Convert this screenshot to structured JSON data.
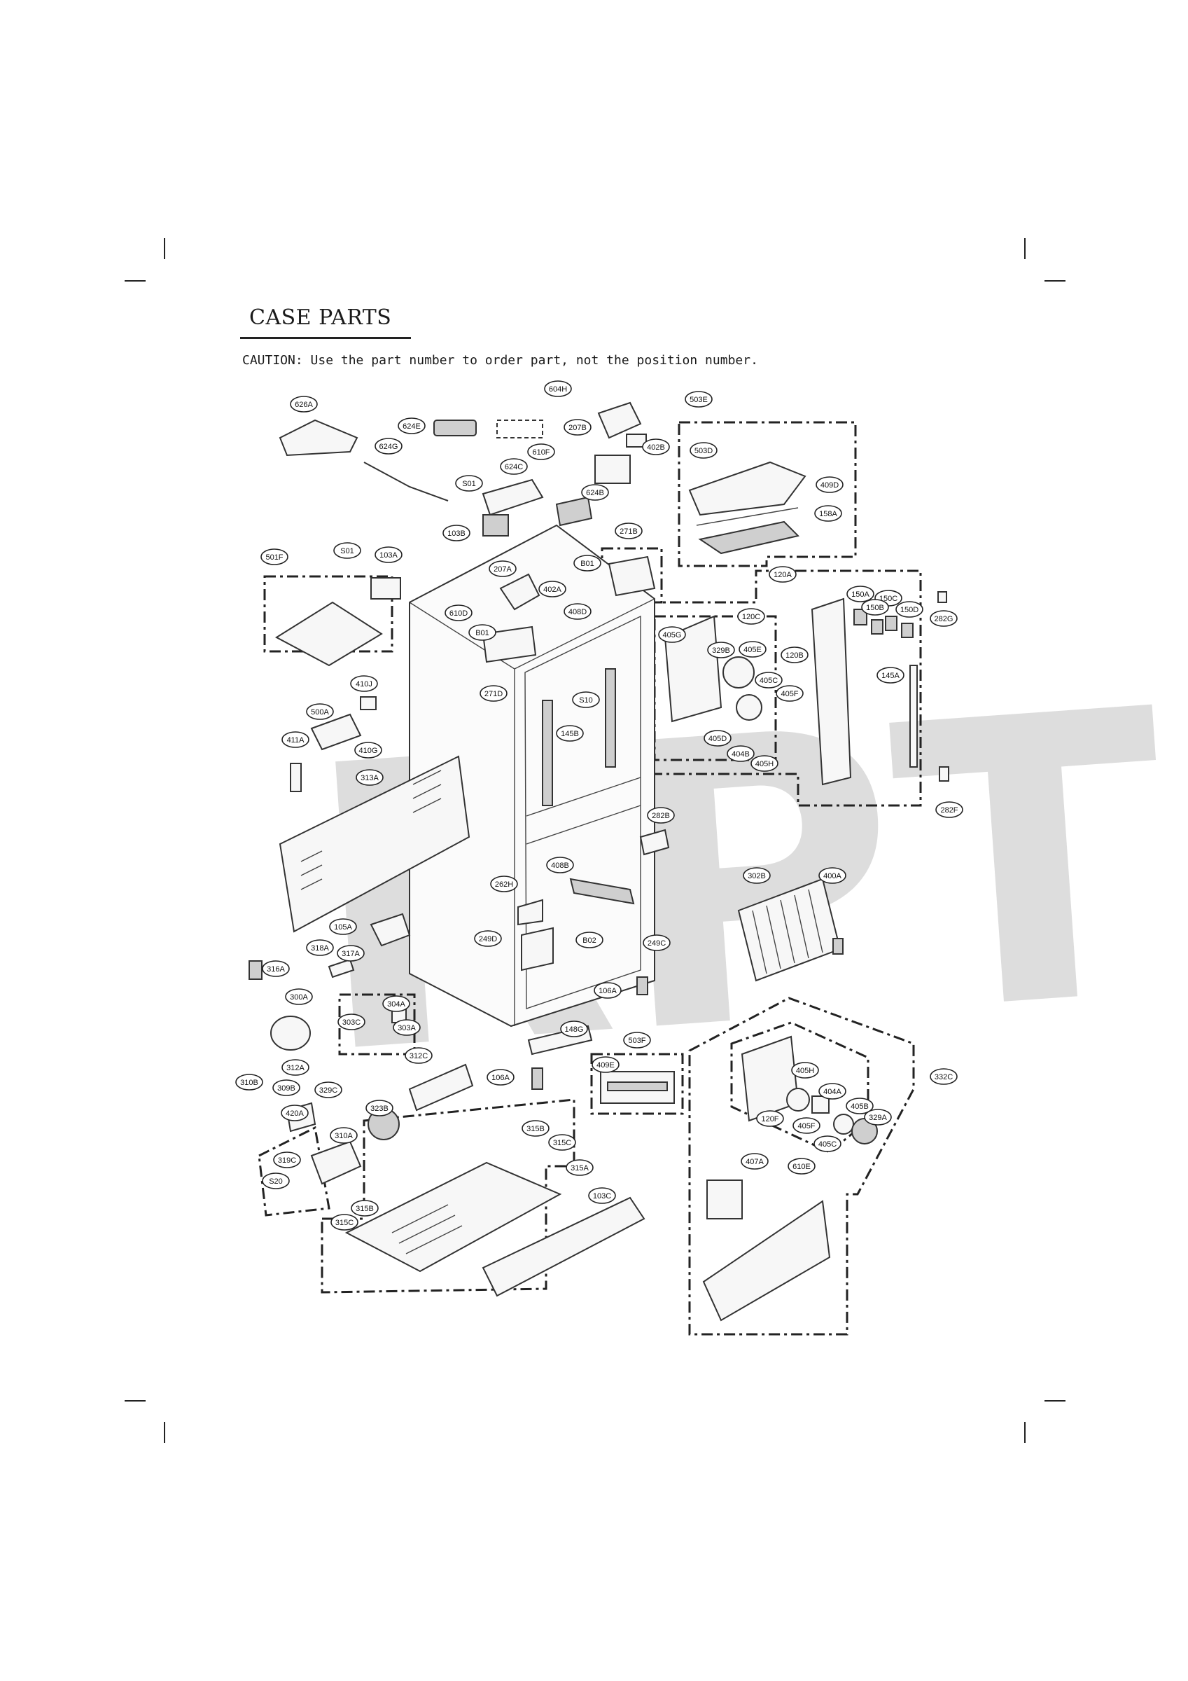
{
  "page": {
    "title": "CASE PARTS",
    "caution": "CAUTION: Use the part number to order part, not the position number."
  },
  "watermark": "RPT",
  "callouts": [
    {
      "id": "c1",
      "label": "626A"
    },
    {
      "id": "c2",
      "label": "624E"
    },
    {
      "id": "c3",
      "label": "624G"
    },
    {
      "id": "c4",
      "label": "604H"
    },
    {
      "id": "c5",
      "label": "610F"
    },
    {
      "id": "c6",
      "label": "207B"
    },
    {
      "id": "c7",
      "label": "402B"
    },
    {
      "id": "c8",
      "label": "503E"
    },
    {
      "id": "c9",
      "label": "503D"
    },
    {
      "id": "c10",
      "label": "409D"
    },
    {
      "id": "c11",
      "label": "158A"
    },
    {
      "id": "c12",
      "label": "S01"
    },
    {
      "id": "c13",
      "label": "624C"
    },
    {
      "id": "c14",
      "label": "624B"
    },
    {
      "id": "c15",
      "label": "103B"
    },
    {
      "id": "c16",
      "label": "271B"
    },
    {
      "id": "c17",
      "label": "B01"
    },
    {
      "id": "c18",
      "label": "501F"
    },
    {
      "id": "c19",
      "label": "S01"
    },
    {
      "id": "c20",
      "label": "103A"
    },
    {
      "id": "c21",
      "label": "207A"
    },
    {
      "id": "c22",
      "label": "402A"
    },
    {
      "id": "c23",
      "label": "120A"
    },
    {
      "id": "c24",
      "label": "150A"
    },
    {
      "id": "c25",
      "label": "150C"
    },
    {
      "id": "c26",
      "label": "150B"
    },
    {
      "id": "c27",
      "label": "150D"
    },
    {
      "id": "c28",
      "label": "282G"
    },
    {
      "id": "c29",
      "label": "610D"
    },
    {
      "id": "c30",
      "label": "B01"
    },
    {
      "id": "c31",
      "label": "408D"
    },
    {
      "id": "c32",
      "label": "120C"
    },
    {
      "id": "c33",
      "label": "405G"
    },
    {
      "id": "c34",
      "label": "329B"
    },
    {
      "id": "c35",
      "label": "405E"
    },
    {
      "id": "c36",
      "label": "120B"
    },
    {
      "id": "c37",
      "label": "271D"
    },
    {
      "id": "c38",
      "label": "410J"
    },
    {
      "id": "c39",
      "label": "S10"
    },
    {
      "id": "c40",
      "label": "405C"
    },
    {
      "id": "c41",
      "label": "405F"
    },
    {
      "id": "c42",
      "label": "145A"
    },
    {
      "id": "c43",
      "label": "500A"
    },
    {
      "id": "c44",
      "label": "411A"
    },
    {
      "id": "c45",
      "label": "410G"
    },
    {
      "id": "c46",
      "label": "145B"
    },
    {
      "id": "c47",
      "label": "405D"
    },
    {
      "id": "c48",
      "label": "404B"
    },
    {
      "id": "c49",
      "label": "405H"
    },
    {
      "id": "c50",
      "label": "313A"
    },
    {
      "id": "c51",
      "label": "282F"
    },
    {
      "id": "c52",
      "label": "282B"
    },
    {
      "id": "c53",
      "label": "408B"
    },
    {
      "id": "c54",
      "label": "302B"
    },
    {
      "id": "c55",
      "label": "400A"
    },
    {
      "id": "c56",
      "label": "262H"
    },
    {
      "id": "c57",
      "label": "105A"
    },
    {
      "id": "c58",
      "label": "249D"
    },
    {
      "id": "c59",
      "label": "B02"
    },
    {
      "id": "c60",
      "label": "249C"
    },
    {
      "id": "c61",
      "label": "318A"
    },
    {
      "id": "c62",
      "label": "317A"
    },
    {
      "id": "c63",
      "label": "316A"
    },
    {
      "id": "c64",
      "label": "106A"
    },
    {
      "id": "c65",
      "label": "300A"
    },
    {
      "id": "c66",
      "label": "304A"
    },
    {
      "id": "c67",
      "label": "303C"
    },
    {
      "id": "c68",
      "label": "303A"
    },
    {
      "id": "c69",
      "label": "148G"
    },
    {
      "id": "c70",
      "label": "503F"
    },
    {
      "id": "c71",
      "label": "312A"
    },
    {
      "id": "c72",
      "label": "312C"
    },
    {
      "id": "c73",
      "label": "409E"
    },
    {
      "id": "c74",
      "label": "106A"
    },
    {
      "id": "c75",
      "label": "310B"
    },
    {
      "id": "c76",
      "label": "309B"
    },
    {
      "id": "c77",
      "label": "329C"
    },
    {
      "id": "c78",
      "label": "420A"
    },
    {
      "id": "c79",
      "label": "323B"
    },
    {
      "id": "c80",
      "label": "310A"
    },
    {
      "id": "c81",
      "label": "315B"
    },
    {
      "id": "c82",
      "label": "315C"
    },
    {
      "id": "c83",
      "label": "319C"
    },
    {
      "id": "c84",
      "label": "S20"
    },
    {
      "id": "c85",
      "label": "315A"
    },
    {
      "id": "c86",
      "label": "103C"
    },
    {
      "id": "c87",
      "label": "315B"
    },
    {
      "id": "c88",
      "label": "315C"
    },
    {
      "id": "c89",
      "label": "332C"
    },
    {
      "id": "c90",
      "label": "405H"
    },
    {
      "id": "c91",
      "label": "404A"
    },
    {
      "id": "c92",
      "label": "405B"
    },
    {
      "id": "c93",
      "label": "120F"
    },
    {
      "id": "c94",
      "label": "405F"
    },
    {
      "id": "c95",
      "label": "329A"
    },
    {
      "id": "c96",
      "label": "405C"
    },
    {
      "id": "c97",
      "label": "407A"
    },
    {
      "id": "c98",
      "label": "610E"
    }
  ]
}
